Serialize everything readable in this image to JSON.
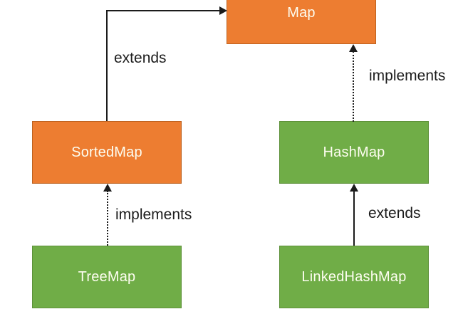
{
  "diagram": {
    "nodes": {
      "map": {
        "label": "Map",
        "fill": "orange"
      },
      "sortedmap": {
        "label": "SortedMap",
        "fill": "orange"
      },
      "hashmap": {
        "label": "HashMap",
        "fill": "green"
      },
      "treemap": {
        "label": "TreeMap",
        "fill": "green"
      },
      "linkedhashmap": {
        "label": "LinkedHashMap",
        "fill": "green"
      }
    },
    "edges": {
      "sortedmap_to_map": {
        "label": "extends",
        "style": "solid",
        "from": "SortedMap",
        "to": "Map"
      },
      "hashmap_to_map": {
        "label": "implements",
        "style": "dotted",
        "from": "HashMap",
        "to": "Map"
      },
      "treemap_to_sortedmap": {
        "label": "implements",
        "style": "dotted",
        "from": "TreeMap",
        "to": "SortedMap"
      },
      "linkedhashmap_to_hashmap": {
        "label": "extends",
        "style": "solid",
        "from": "LinkedHashMap",
        "to": "HashMap"
      }
    },
    "colors": {
      "orange_fill": "#ED7D31",
      "orange_border": "#BC611F",
      "green_fill": "#70AD47",
      "green_border": "#5D9139",
      "line": "#1B1B1B",
      "label_text": "#1C1C1C",
      "node_text": "#FDFDF0",
      "background": "#FFFFFF"
    }
  }
}
